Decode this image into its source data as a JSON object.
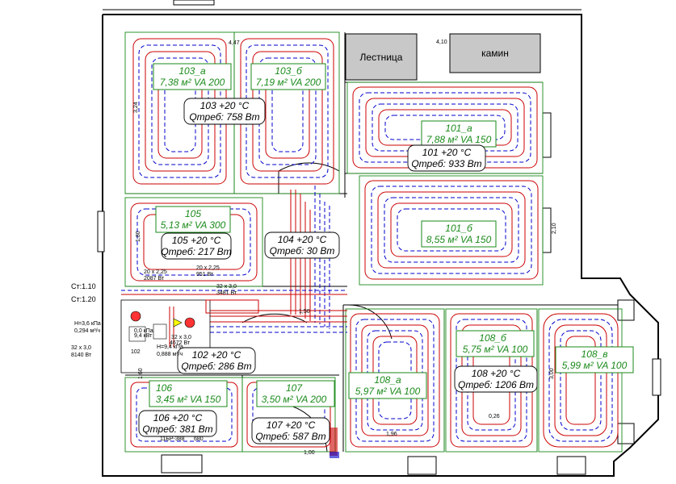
{
  "zones": {
    "z103a": {
      "name": "103_а",
      "area": "7,38 м²  VA 200"
    },
    "z103b": {
      "name": "103_б",
      "area": "7,19 м²  VA 200"
    },
    "z101a": {
      "name": "101_а",
      "area": "7,88 м²  VA 150"
    },
    "z101b": {
      "name": "101_б",
      "area": "8,55 м²  VA 150"
    },
    "z105": {
      "name": "105",
      "area": "5,13 м²  VA 300"
    },
    "z106": {
      "name": "106",
      "area": "3,45 м²  VA 150"
    },
    "z107": {
      "name": "107",
      "area": "3,50 м²  VA 200"
    },
    "z108a": {
      "name": "108_а",
      "area": "5,97 м²  VA 100"
    },
    "z108b": {
      "name": "108_б",
      "area": "5,75 м²  VA 100"
    },
    "z108v": {
      "name": "108_в",
      "area": "5,99 м²  VA 100"
    }
  },
  "rooms": {
    "r103": {
      "temp": "103  +20 °C",
      "q": "Qтреб: 758 Вт"
    },
    "r101": {
      "temp": "101  +20 °C",
      "q": "Qтреб: 933 Вт"
    },
    "r105": {
      "temp": "105  +20 °C",
      "q": "Qтреб: 217 Вт"
    },
    "r104": {
      "temp": "104  +20 °C",
      "q": "Qтреб: 30 Вт"
    },
    "r102": {
      "temp": "102  +20 °C",
      "q": "Qтреб: 286 Вт"
    },
    "r106": {
      "temp": "106  +20 °C",
      "q": "Qтреб: 381 Вт"
    },
    "r107": {
      "temp": "107  +20 °C",
      "q": "Qтреб: 587 Вт"
    },
    "r108": {
      "temp": "108  +20 °C",
      "q": "Qтреб: 1206 Вт"
    }
  },
  "blocks": {
    "stairs": "Лестница",
    "fireplace": "камин"
  },
  "side": {
    "st1": "Ст:1.10",
    "st2": "Ст:1.20",
    "h1": "H=3,6 кПа",
    "g1": "0,294 м³/ч",
    "pipe1": "32 x 3,0",
    "pw1": "8140 Вт",
    "h2": "H=9,4 кПа",
    "g2": "0,888 м³/ч"
  },
  "manifold": {
    "pipe_a": "20 x 2,25",
    "pw_a": "2087 Вт",
    "pipe_b": "20 x 2,25",
    "pw_b": "951 Вт",
    "pipe_c": "32 x 3,0",
    "pw_c": "3481 Вт",
    "pipe_d": "32 x 3,0",
    "pw_d": "4672 Вт",
    "flow": "0,0 кПа",
    "n": "9,4 кВт",
    "code": "102",
    "pump": "11БР-388",
    "extra": "680"
  },
  "dims": {
    "d1": "4,47",
    "d2": "4,10",
    "d3": "3,24",
    "d4": "2,10",
    "d5": "1,80",
    "d6": "1,50",
    "d7": "3,00",
    "d8": "1,96",
    "d9": "1,60",
    "d10": "0,26",
    "d11": "1,00"
  }
}
